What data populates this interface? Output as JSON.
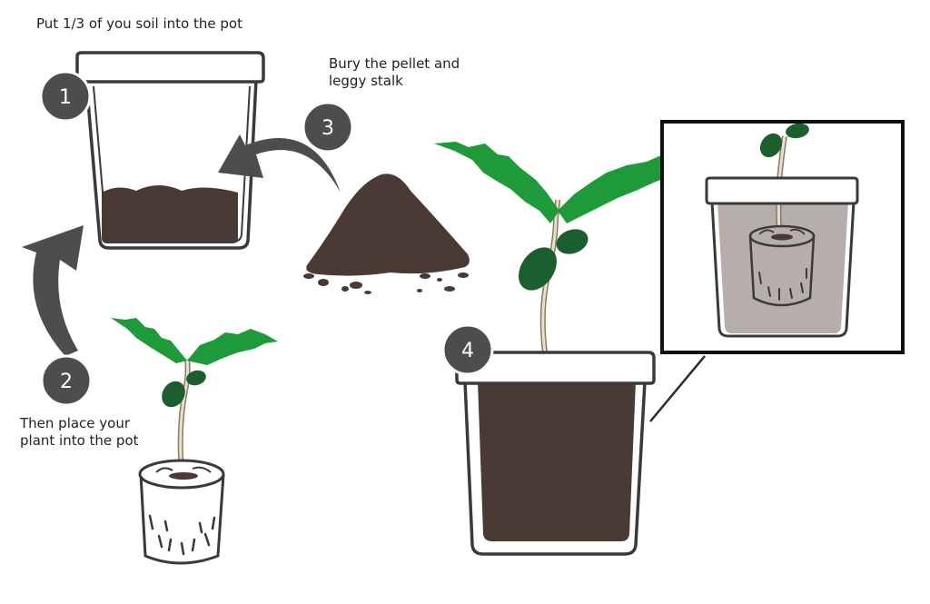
{
  "steps": [
    {
      "number": "1",
      "caption": "Put 1/3 of you soil into the pot"
    },
    {
      "number": "2",
      "caption_lines": [
        "Then place your",
        "plant into the pot"
      ]
    },
    {
      "number": "3",
      "caption_lines": [
        "Bury the pellet and",
        "leggy stalk"
      ]
    },
    {
      "number": "4"
    }
  ],
  "colors": {
    "soil": "#4a3a35",
    "leaf": "#1f9a3a",
    "leaf_dark": "#1d5e2f",
    "badge": "#4d4d4f",
    "arrow": "#4d4d4f",
    "outline": "#3a3a3a",
    "inset_bg": "#b5aeaa"
  },
  "icons": [
    "curved-arrow-icon",
    "soil-pile-icon",
    "pot-icon",
    "seedling-icon",
    "peat-pellet-icon",
    "magnifier-inset-icon"
  ]
}
